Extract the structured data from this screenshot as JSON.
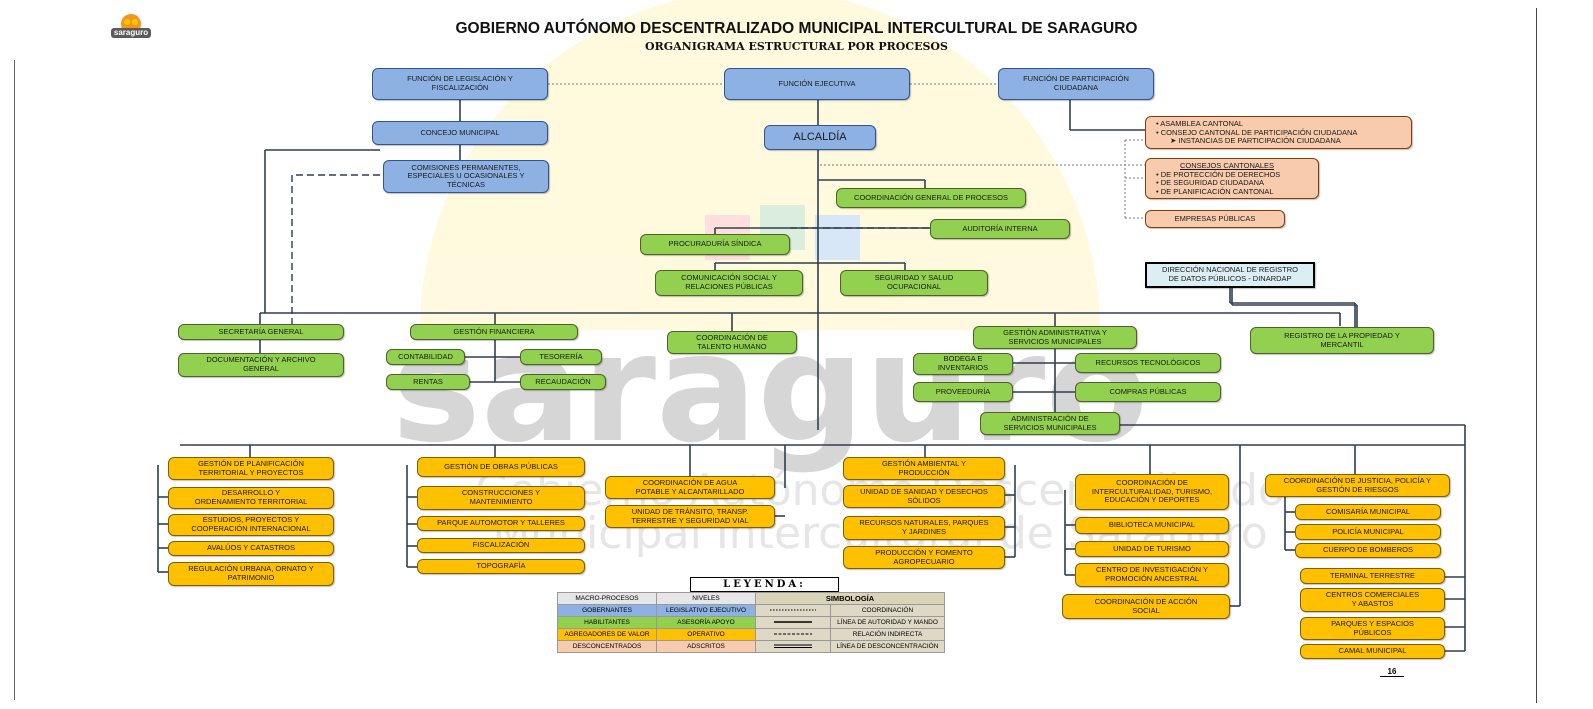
{
  "header": {
    "logo_text": "saraguro",
    "title": "GOBIERNO AUTÓNOMO DESCENTRALIZADO MUNICIPAL INTERCULTURAL DE SARAGURO",
    "subtitle": "ORGANIGRAMA ESTRUCTURAL POR PROCESOS"
  },
  "watermark": {
    "wordmark": "saraguro",
    "line1": "Gobierno Autónomo Descentralizado",
    "line2": "Municipal Intercultural de Saraguro"
  },
  "colors": {
    "gobernantes": "#8db1e3",
    "habilitantes": "#92d050",
    "agregadores": "#ffc000",
    "desconcentrados": "#f8cbad"
  },
  "nodes": {
    "legislativa": "FUNCIÓN DE LEGISLACIÓN Y\nFISCALIZACIÓN",
    "ejecutiva": "FUNCIÓN EJECUTIVA",
    "participacion": "FUNCIÓN DE PARTICIPACIÓN\nCIUDADANA",
    "concejo": "CONCEJO MUNICIPAL",
    "comisiones": "COMISIONES PERMANENTES,\nESPECIALES U OCASIONALES Y\nTÉCNICAS",
    "alcaldia": "ALCALDÍA",
    "asamblea_list": [
      "•   ASAMBLEA CANTONAL",
      "•   CONSEJO CANTONAL DE PARTICIPACIÓN CIUDADANA",
      "➤   INSTANCIAS DE PARTICIPACIÓN CIUDADANA"
    ],
    "consejos_title": "CONSEJOS CANTONALES",
    "consejos_list": [
      "•   DE PROTECCIÓN DE DERECHOS",
      "•   DE SEGURIDAD CIUDADANA",
      "•   DE PLANIFICACIÓN CANTONAL"
    ],
    "empresas": "EMPRESAS PÚBLICAS",
    "dinardap": "DIRECCIÓN NACIONAL DE REGISTRO\nDE DATOS PÚBLICOS - DINARDAP",
    "coordinacion": "COORDINACIÓN GENERAL DE PROCESOS",
    "auditoria": "AUDITORÍA INTERNA",
    "procuraduria": "PROCURADURÍA SÍNDICA",
    "comunicacion": "COMUNICACIÓN SOCIAL Y\nRELACIONES PÚBLICAS",
    "seguridad_salud": "SEGURIDAD Y SALUD\nOCUPACIONAL",
    "secretaria": "SECRETARÍA GENERAL",
    "documentacion": "DOCUMENTACIÓN Y ARCHIVO\nGENERAL",
    "financiera": "GESTIÓN FINANCIERA",
    "contabilidad": "CONTABILIDAD",
    "tesoreria": "TESORERÍA",
    "rentas": "RENTAS",
    "recaudacion": "RECAUDACIÓN",
    "talento": "COORDINACIÓN DE\nTALENTO HUMANO",
    "administrativa": "GESTIÓN ADMINISTRATIVA Y\nSERVICIOS MUNICIPALES",
    "bodega": "BODEGA E\nINVENTARIOS",
    "tecnologicos": "RECURSOS TECNOLÓGICOS",
    "proveeduria": "PROVEEDURÍA",
    "compras": "COMPRAS PÚBLICAS",
    "admin_servicios": "ADMINISTRACIÓN DE\nSERVICIOS MUNICIPALES",
    "registro": "REGISTRO DE LA PROPIEDAD Y\nMERCANTIL",
    "planificacion": "GESTIÓN DE PLANIFICACIÓN\nTERRITORIAL Y PROYECTOS",
    "desarrollo": "DESARROLLO Y\nORDENAMIENTO TERRITORIAL",
    "estudios": "ESTUDIOS, PROYECTOS Y\nCOOPERACIÓN INTERNACIONAL",
    "avaluos": "AVALÚOS Y CATASTROS",
    "regulacion": "REGULACIÓN URBANA, ORNATO Y\nPATRIMONIO",
    "obras": "GESTIÓN DE OBRAS PÚBLICAS",
    "construcciones": "CONSTRUCCIONES Y\nMANTENIMIENTO",
    "parque": "PARQUE AUTOMOTOR Y TALLERES",
    "fiscalizacion": "FISCALIZACIÓN",
    "topografia": "TOPOGRAFÍA",
    "agua": "COORDINACIÓN DE AGUA\nPOTABLE Y ALCANTARILLADO",
    "transito": "UNIDAD DE TRÁNSITO, TRANSP.\nTERRESTRE Y SEGURIDAD VIAL",
    "ambiental": "GESTIÓN AMBIENTAL Y\nPRODUCCIÓN",
    "desechos": "UNIDAD DE SANIDAD Y DESECHOS\nSÓLIDOS",
    "recursos": "RECURSOS NATURALES, PARQUES\nY JARDINES",
    "produccion": "PRODUCCIÓN Y FOMENTO\nAGROPECUARIO",
    "interculturalidad": "COORDINACIÓN DE\nINTERCULTURALIDAD, TURISMO,\nEDUCACIÓN Y DEPORTES",
    "biblioteca": "BIBLIOTECA MUNICIPAL",
    "turismo": "UNIDAD DE TURISMO",
    "centro": "CENTRO DE INVESTIGACIÓN Y\nPROMOCIÓN ANCESTRAL",
    "accion_social": "COORDINACIÓN DE ACCIÓN\nSOCIAL",
    "justicia": "COORDINACIÓN DE JUSTICIA, POLICÍA Y\nGESTIÓN DE RIESGOS",
    "comisaria": "COMISARÍA MUNICIPAL",
    "policia": "POLICÍA MUNICIPAL",
    "bomberos": "CUERPO DE BOMBEROS",
    "terminal": "TERMINAL TERRESTRE",
    "centros_comerciales": "CENTROS COMERCIALES\nY ABASTOS",
    "parques": "PARQUES Y ESPACIOS\nPÚBLICOS",
    "camal": "CAMAL MUNICIPAL"
  },
  "legend": {
    "title": "LEYENDA:",
    "header": [
      "MACRO-PROCESOS",
      "NIVELES",
      "SIMBOLOGÍA"
    ],
    "rows": [
      {
        "macro": "GOBERNANTES",
        "level": "LEGISLATIVO\nEJECUTIVO",
        "meaning": "COORDINACIÓN"
      },
      {
        "macro": "HABILITANTES",
        "level": "ASESORÍA\nAPOYO",
        "meaning": "LÍNEA DE AUTORIDAD Y MANDO"
      },
      {
        "macro": "AGREGADORES DE\nVALOR",
        "level": "OPERATIVO",
        "meaning": "RELACIÓN INDIRECTA"
      },
      {
        "macro": "DESCONCENTRADOS",
        "level": "ADSCRITOS",
        "meaning": "LÍNEA DE DESCONCENTRACIÓN"
      }
    ]
  },
  "footer": {
    "page_number": "16"
  }
}
